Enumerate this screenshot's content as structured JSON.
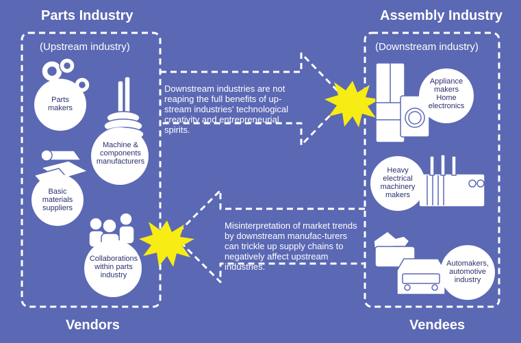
{
  "left": {
    "title": "Parts Industry",
    "subtitle": "(Upstream industry)",
    "footer": "Vendors",
    "items": [
      {
        "label": "Parts\nmakers"
      },
      {
        "label": "Machine &\ncomponents\nmanufacturers"
      },
      {
        "label": "Basic\nmaterials\nsuppliers"
      },
      {
        "label": "Collaborations\nwithin parts\nindustry"
      }
    ]
  },
  "right": {
    "title": "Assembly Industry",
    "subtitle": "(Downstream industry)",
    "footer": "Vendees",
    "items": [
      {
        "label": "Appliance\nmakers\nHome\nelectronics"
      },
      {
        "label": "Heavy\nelectrical\nmachinery\nmakers"
      },
      {
        "label": "Automakers,\nautomotive\nindustry"
      }
    ]
  },
  "arrows": {
    "top_text": "Downstream industries are not reaping the full benefits of up-stream industries' technological creativity and entrepreneurial spirits.",
    "bottom_text": "Misinterpretation of market trends by downstream manufac-turers can trickle up supply chains to negatively affect upstream industries."
  },
  "colors": {
    "background": "#5b68b3",
    "burst": "#f7ec13",
    "text_dark": "#2a2f6e"
  }
}
